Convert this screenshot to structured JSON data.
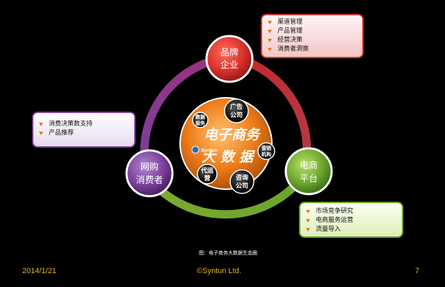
{
  "center": {
    "line1": "电子商务",
    "line2": "大 数 据",
    "logo_text": "Syntun"
  },
  "inner_circles": [
    {
      "name": "inner-circle-advertising",
      "line1": "广告",
      "line2": "公司"
    },
    {
      "name": "inner-circle-marketing",
      "line1": "营销",
      "line2": "机构"
    },
    {
      "name": "inner-circle-consulting",
      "line1": "咨询",
      "line2": "公司"
    },
    {
      "name": "inner-circle-operator",
      "line1": "代运",
      "line2": "营"
    },
    {
      "name": "inner-circle-data",
      "line1": "数据",
      "line2": "服务"
    }
  ],
  "outer_nodes": {
    "brand": {
      "line1": "品牌",
      "line2": "企业"
    },
    "platform": {
      "line1": "电商",
      "line2": "平台"
    },
    "consumer": {
      "line1": "网购",
      "line2": "消费者"
    }
  },
  "callouts": {
    "brand": [
      "渠道管理",
      "产品管理",
      "经营决策",
      "消费者洞察"
    ],
    "platform": [
      "市场竞争研究",
      "电商服务运营",
      "流量导入"
    ],
    "consumer": [
      "消费决策数支持",
      "产品推荐"
    ]
  },
  "caption": "图：电子商务大数据生态圈",
  "footer": {
    "date": "2014/1/21",
    "copyright": "©Syntun Ltd.",
    "page": "7"
  },
  "colors": {
    "brand": "#d9302c",
    "platform": "#6aa52c",
    "consumer": "#7a3f9a",
    "center": "#ef7d1a",
    "background": "#000000"
  }
}
